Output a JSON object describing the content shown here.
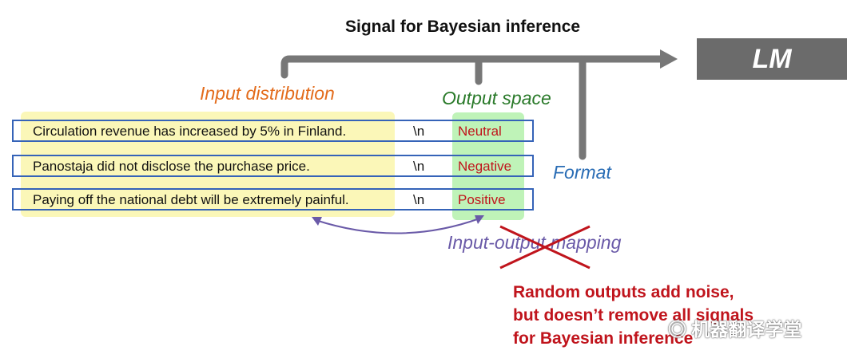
{
  "title": "Signal for Bayesian inference",
  "lm_label": "LM",
  "labels": {
    "input_distribution": "Input distribution",
    "output_space": "Output space",
    "format": "Format",
    "mapping": "Input-output mapping"
  },
  "examples": [
    {
      "text": "Circulation revenue has increased by 5% in Finland.",
      "separator": "\\n",
      "label": "Neutral"
    },
    {
      "text": "Panostaja did not disclose the purchase price.",
      "separator": "\\n",
      "label": "Negative"
    },
    {
      "text": "Paying off the national debt will be extremely painful.",
      "separator": "\\n",
      "label": "Positive"
    }
  ],
  "note": {
    "line1": "Random outputs add noise,",
    "line2": "but doesn’t remove all signals",
    "line3": "for Bayesian inference"
  },
  "watermark": "机器翻译学堂",
  "colors": {
    "input_distribution": "#e36c1c",
    "output_space": "#2a7a2a",
    "format": "#2a6db5",
    "mapping": "#6a5aa8",
    "note": "#c0141c",
    "lm_box": "#6b6b6b",
    "connector": "#777777"
  }
}
